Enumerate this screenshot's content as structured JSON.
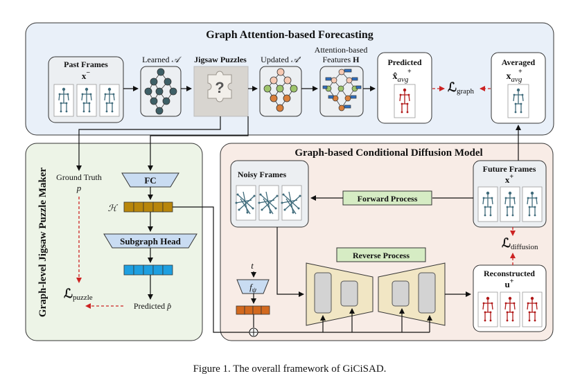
{
  "top_panel": {
    "title": "Graph Attention-based Forecasting",
    "past_frames_label": "Past Frames",
    "past_frames_symbol": "x",
    "past_frames_sup": "−",
    "learned_prefix": "Learned",
    "learned_symbol": "𝒜",
    "jigsaw_label": "Jigsaw Puzzles",
    "updated_prefix": "Updated",
    "updated_symbol": "𝒜′",
    "attention_line1": "Attention-based",
    "attention_line2": "Features",
    "attention_symbol": "H",
    "predicted_label": "Predicted",
    "predicted_symbol": "x̂",
    "predicted_sup": "+",
    "predicted_sub": "avg",
    "loss_graph_symbol": "ℒ",
    "loss_graph_sub": "graph",
    "averaged_label": "Averaged",
    "averaged_symbol": "x",
    "averaged_sup": "+",
    "averaged_sub": "avg"
  },
  "left_panel": {
    "title": "Graph-level Jigsaw Puzzle Maker",
    "ground_truth_label": "Ground Truth",
    "ground_truth_symbol": "p",
    "fc_label": "FC",
    "h_symbol": "ℋ",
    "subgraph_head_label": "Subgraph Head",
    "loss_puzzle_symbol": "ℒ",
    "loss_puzzle_sub": "puzzle",
    "predicted_prefix": "Predicted",
    "predicted_symbol": "p̂"
  },
  "right_panel": {
    "title": "Graph-based Conditional Diffusion Model",
    "noisy_frames_label": "Noisy Frames",
    "forward_process_label": "Forward Process",
    "future_frames_label": "Future Frames",
    "future_frames_symbol": "x",
    "future_frames_sup": "+",
    "loss_diffusion_symbol": "ℒ",
    "loss_diffusion_sub": "diffusion",
    "reverse_process_label": "Reverse Process",
    "t_symbol": "t",
    "f_psi_symbol": "f",
    "f_psi_sub": "ψ",
    "reconstructed_label": "Reconstructed",
    "reconstructed_symbol": "u",
    "reconstructed_sup": "+"
  },
  "caption": "Figure 1. The overall framework of GiCiSAD.",
  "colors": {
    "top_bg": "#e9f0f9",
    "left_bg": "#edf4e7",
    "right_bg": "#f8ece6",
    "box_bg": "#eceff2",
    "teal_node": "#3e5f66",
    "orange_node": "#d97f3c",
    "yellow_cell": "#b8860b",
    "blue_cell": "#1e9fe0",
    "orange_cell": "#d2691e",
    "trap_fill": "#c9dcf2",
    "green_label": "#d6ecc4",
    "unet_fill": "#f1e6c4",
    "red": "#cc2222"
  }
}
